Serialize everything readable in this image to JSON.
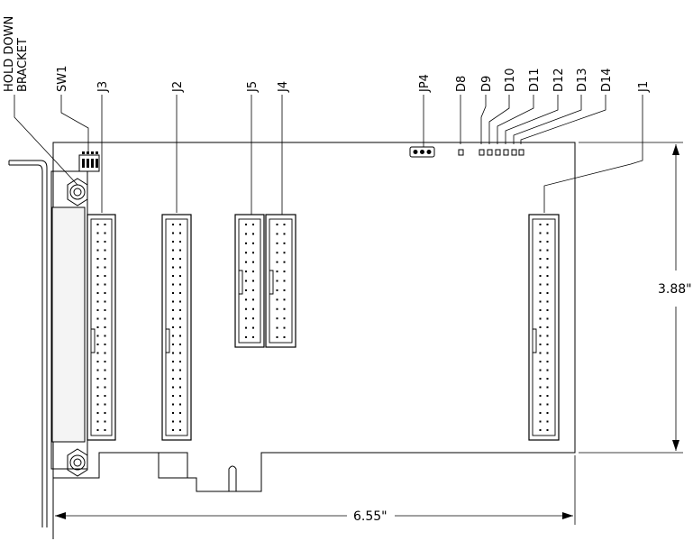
{
  "labels": {
    "hold_down_line1": "HOLD DOWN",
    "hold_down_line2": "BRACKET",
    "sw1": "SW1",
    "j3": "J3",
    "j2": "J2",
    "j5": "J5",
    "j4": "J4",
    "jp4": "JP4",
    "d8": "D8",
    "d9": "D9",
    "d10": "D10",
    "d11": "D11",
    "d12": "D12",
    "d13": "D13",
    "d14": "D14",
    "j1": "J1"
  },
  "dimensions": {
    "height": "3.88\"",
    "width": "6.55\""
  },
  "connectors": {
    "j3_pins": 50,
    "j2_pins": 50,
    "j5_pins": 26,
    "j4_pins": 26,
    "j1_pins": 50
  }
}
